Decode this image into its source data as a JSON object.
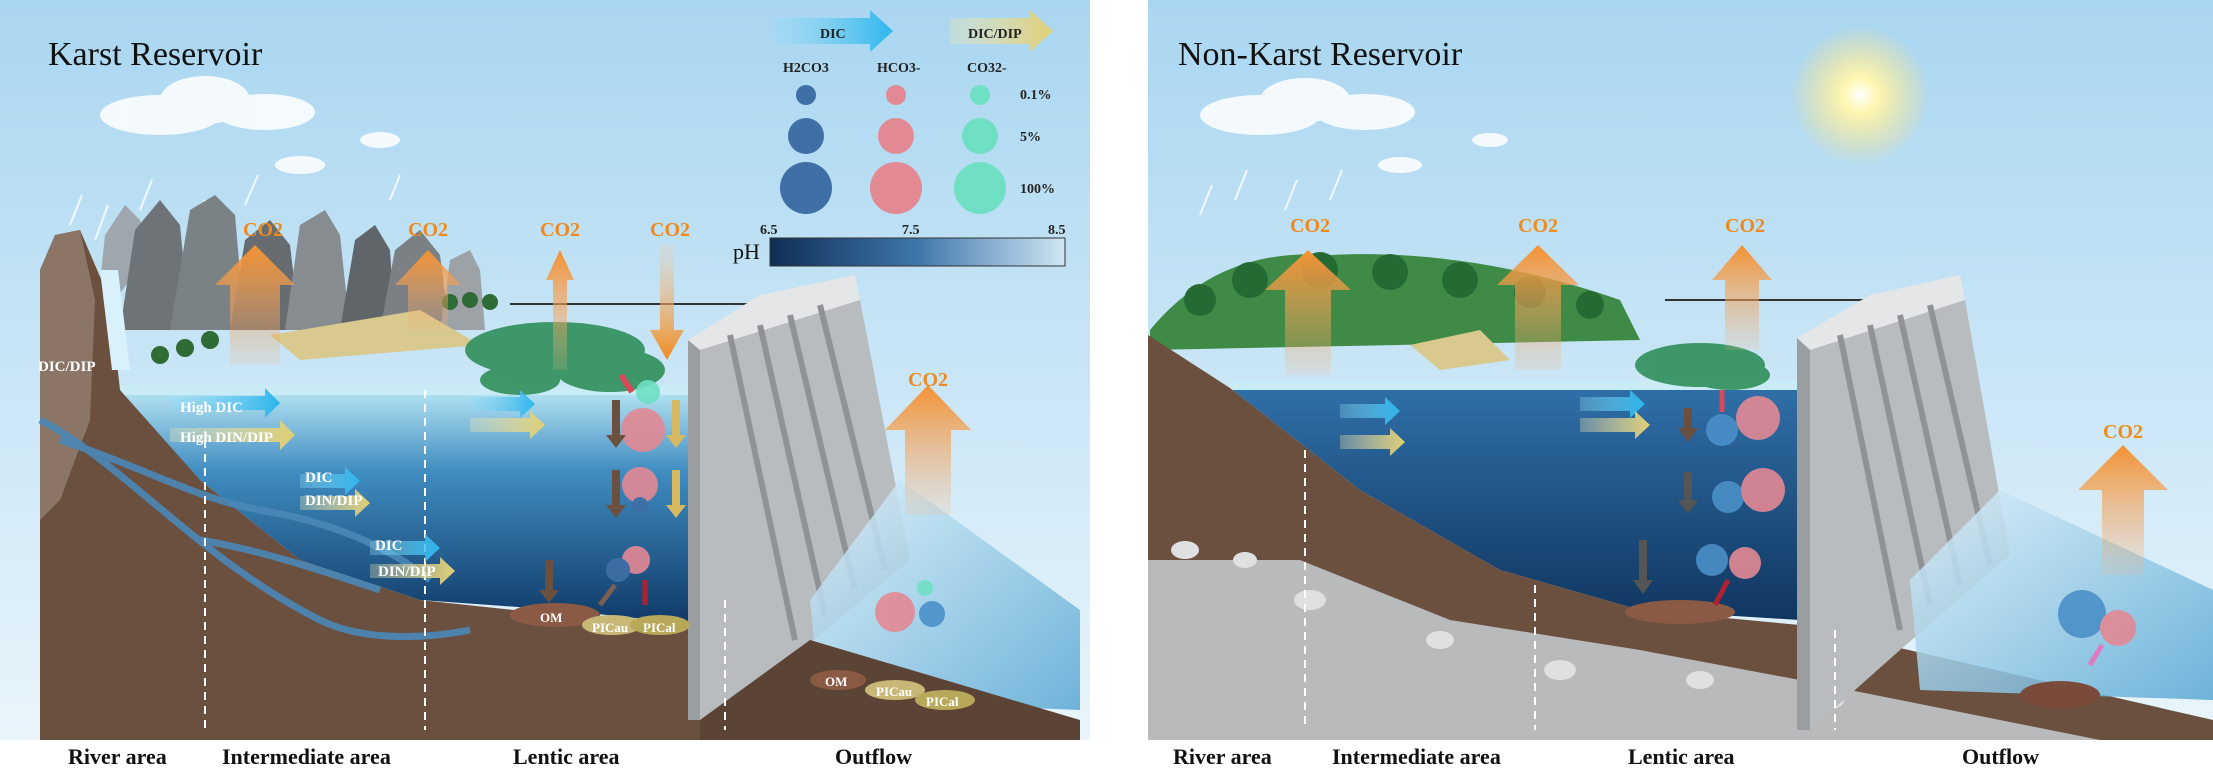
{
  "panels": {
    "karst": {
      "title": "Karst Reservoir"
    },
    "nonkarst": {
      "title": "Non-Karst Reservoir"
    }
  },
  "labels": {
    "co2": "CO2",
    "dic_dip": "DIC/DIP",
    "high_dic": "High DIC",
    "high_din_dip": "High DIN/DIP",
    "dic": "DIC",
    "din_dip": "DIN/DIP",
    "om": "OM",
    "picau": "PICau",
    "pical": "PICal"
  },
  "legend": {
    "arrow_dic": "DIC",
    "arrow_dic_dip": "DIC/DIP",
    "species": [
      "H2CO3",
      "HCO3-",
      "CO32-"
    ],
    "species_colors": [
      "#3f6fa6",
      "#e38994",
      "#6fe0c4"
    ],
    "percent": [
      "0.1%",
      "5%",
      "100%"
    ],
    "ph_label": "pH",
    "ph_ticks": [
      "6.5",
      "7.5",
      "8.5"
    ]
  },
  "areas": {
    "karst": [
      "River area",
      "Intermediate area",
      "Lentic area",
      "Outflow"
    ],
    "nonkarst": [
      "River area",
      "Intermediate area",
      "Lentic area",
      "Outflow"
    ]
  },
  "colors": {
    "sky": "#c4e3f6",
    "water_light": "#bfe6f4",
    "water_deep": "#123f6e",
    "co2_arrow": "#f39a3c",
    "dic_arrow": "#4cc0ee",
    "dip_arrow": "#e7d98a",
    "rock": "#6e5444",
    "dam": "#a8acaf",
    "tree": "#2f7a3e"
  }
}
